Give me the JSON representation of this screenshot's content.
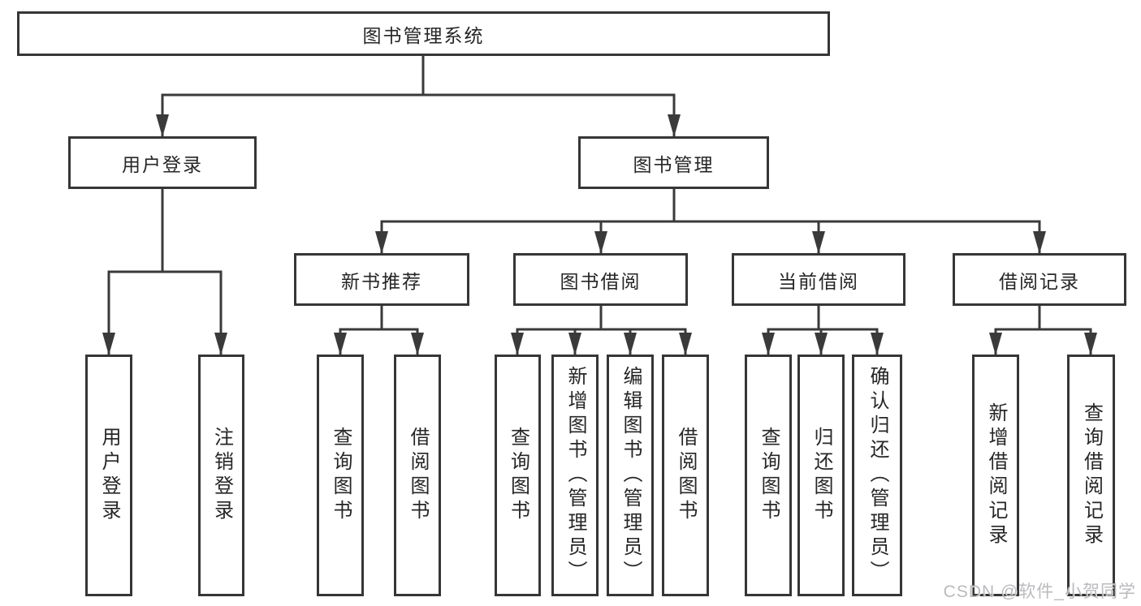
{
  "diagram": {
    "root": {
      "label": "图书管理系统"
    },
    "branches": [
      {
        "label": "用户登录",
        "children": [
          {
            "label": "用户登录"
          },
          {
            "label": "注销登录"
          }
        ]
      },
      {
        "label": "图书管理",
        "children": [
          {
            "label": "新书推荐",
            "children": [
              {
                "label": "查询图书"
              },
              {
                "label": "借阅图书"
              }
            ]
          },
          {
            "label": "图书借阅",
            "children": [
              {
                "label": "查询图书"
              },
              {
                "label": "新增图书（管理员）"
              },
              {
                "label": "编辑图书（管理员）"
              },
              {
                "label": "借阅图书"
              }
            ]
          },
          {
            "label": "当前借阅",
            "children": [
              {
                "label": "查询图书"
              },
              {
                "label": "归还图书"
              },
              {
                "label": "确认归还（管理员）"
              }
            ]
          },
          {
            "label": "借阅记录",
            "children": [
              {
                "label": "新增借阅记录"
              },
              {
                "label": "查询借阅记录"
              }
            ]
          }
        ]
      }
    ]
  },
  "watermark": "CSDN @软件_小贺同学",
  "colors": {
    "line_color": "#3a3a3a",
    "box_border": "#363636",
    "box_fill": "#ffffff",
    "text_color": "#262626",
    "watermark_color": "#b5b5b9"
  }
}
